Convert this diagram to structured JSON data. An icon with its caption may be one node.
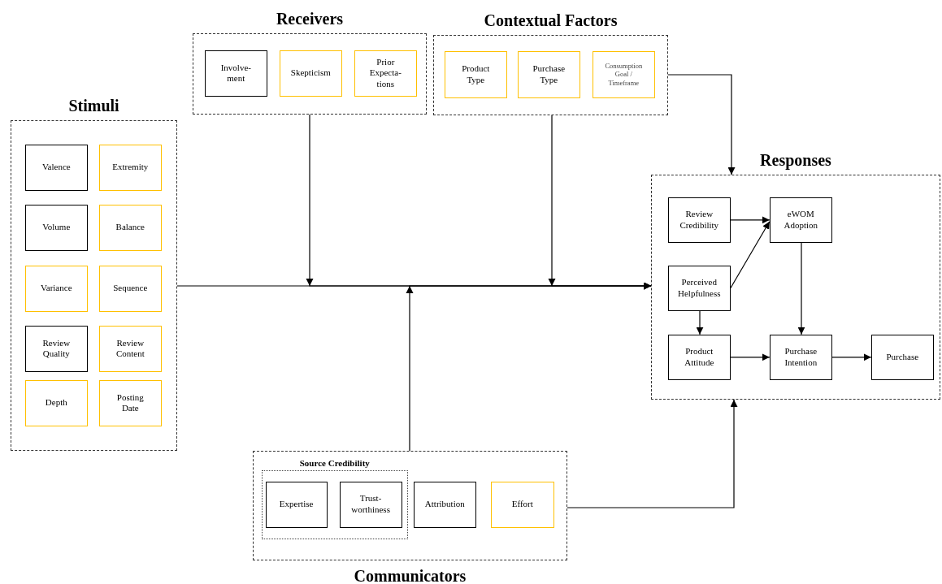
{
  "diagram": {
    "nodes": [
      {
        "text": [
          "Receivers"
        ]
      },
      {
        "text": [
          "Involve- ment"
        ],
        "in": 0
      },
      {
        "text": [
          "Skepticism"
        ],
        "in": 0
      },
      {
        "text": [
          "Prior Expecta- tions"
        ],
        "in": 0
      },
      {
        "text": [
          "Contextual Factors"
        ]
      },
      {
        "text": [
          "Product Type"
        ],
        "in": 4
      },
      {
        "text": [
          "Purchase Type"
        ],
        "in": 4
      },
      {
        "text": [
          "Consumption Goal / Timeframe"
        ],
        "in": 4
      },
      {
        "text": [
          "Stimuli"
        ]
      },
      {
        "text": [
          "Valence"
        ],
        "in": 8
      },
      {
        "text": [
          "Extremity"
        ],
        "in": 8
      },
      {
        "text": [
          "Volume"
        ],
        "in": 8
      },
      {
        "text": [
          "Balance"
        ],
        "in": 8
      },
      {
        "text": [
          "Variance"
        ],
        "in": 8
      },
      {
        "text": [
          "Sequence"
        ],
        "in": 8
      },
      {
        "text": [
          "Review Quality"
        ],
        "in": 8
      },
      {
        "text": [
          "Review Content"
        ],
        "in": 8
      },
      {
        "text": [
          "Depth"
        ],
        "in": 8
      },
      {
        "text": [
          "Posting Date"
        ],
        "in": 8
      },
      {
        "text": [
          "Responses"
        ]
      },
      {
        "text": [
          "Review Credibility"
        ],
        "in": 19
      },
      {
        "text": [
          "eWOM Adoption"
        ],
        "in": 19
      },
      {
        "text": [
          "Perceived Helpfulness"
        ],
        "in": 19
      },
      {
        "text": [
          "Product Attitude"
        ],
        "in": 19
      },
      {
        "text": [
          "Purchase Intention"
        ],
        "in": 19
      },
      {
        "text": [
          "Purchase"
        ],
        "in": 19
      },
      {
        "text": [
          "Communicators"
        ]
      },
      {
        "text": [
          "Source Credibility"
        ],
        "in": 26
      },
      {
        "text": [
          "Expertise"
        ],
        "in": 27
      },
      {
        "text": [
          "Trust- worthiness"
        ],
        "in": 27
      },
      {
        "text": [
          "Attribution"
        ],
        "in": 26
      },
      {
        "text": [
          "Effort"
        ],
        "in": 26
      }
    ],
    "edges": [
      {
        "from": 8,
        "to": 19,
        "arrow": "to"
      },
      {
        "from": 0,
        "to": 19,
        "arrow": "to"
      },
      {
        "from": 4,
        "to": 19,
        "arrow": "to"
      },
      {
        "from": 26,
        "to": 19,
        "arrow": "to"
      },
      {
        "from": 4,
        "to": 19,
        "arrow": "to"
      },
      {
        "from": 26,
        "to": 19,
        "arrow": "to"
      },
      {
        "from": 20,
        "to": 21,
        "arrow": "to"
      },
      {
        "from": 22,
        "to": 21,
        "arrow": "to"
      },
      {
        "from": 22,
        "to": 23,
        "arrow": "to"
      },
      {
        "from": 21,
        "to": 24,
        "arrow": "to"
      },
      {
        "from": 23,
        "to": 24,
        "arrow": "to"
      },
      {
        "from": 24,
        "to": 25,
        "arrow": "to"
      }
    ]
  }
}
